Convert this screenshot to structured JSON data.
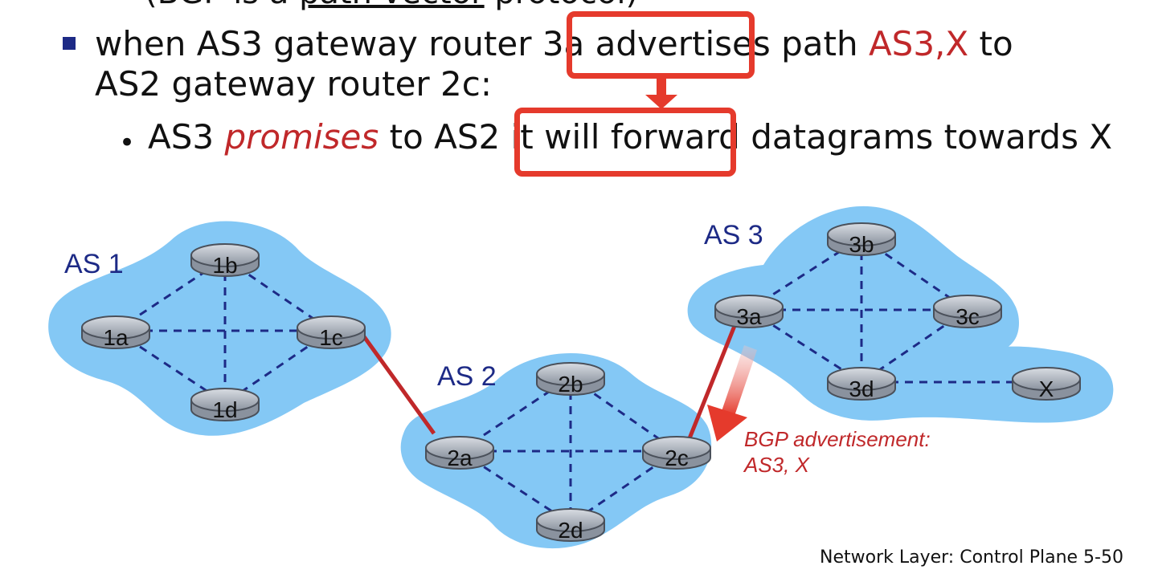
{
  "slide": {
    "cut_line_open": "(BGP ",
    "cut_line_is": "is a ",
    "cut_line_pv": "path vector",
    "cut_line_proto": " protocol)",
    "bullet1_part1": "when AS3 gateway router 3a ",
    "bullet1_part2": "advertises",
    "bullet1_part3": " path ",
    "bullet1_path": "AS3,X",
    "bullet1_part4": " to AS2 gateway router 2c:",
    "bullet2_part1": "AS3 ",
    "bullet2_promises": "promises",
    "bullet2_part2": " to AS2 it ",
    "bullet2_highlight": "will forward",
    "bullet2_part3": " datagrams towards X",
    "footer": "Network Layer: Control Plane  5-50"
  },
  "diagram": {
    "as_labels": {
      "as1": "AS 1",
      "as2": "AS 2",
      "as3": "AS 3"
    },
    "routers": {
      "1a": "1a",
      "1b": "1b",
      "1c": "1c",
      "1d": "1d",
      "2a": "2a",
      "2b": "2b",
      "2c": "2c",
      "2d": "2d",
      "3a": "3a",
      "3b": "3b",
      "3c": "3c",
      "3d": "3d",
      "x": "X"
    },
    "advert_line1": "BGP advertisement:",
    "advert_line2": "AS3, X"
  },
  "colors": {
    "cloud": "#84c8f5",
    "dash": "#1d2a86",
    "red_link": "#c0282a",
    "highlight": "#e53a2c",
    "router_body": "#a5adb8"
  }
}
